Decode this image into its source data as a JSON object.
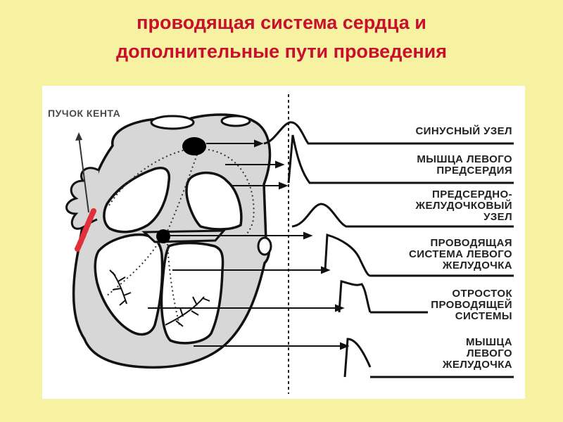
{
  "slide": {
    "title_line1": "проводящая система сердца и",
    "title_line2": "дополнительные пути проведения",
    "title_color": "#c8102e",
    "background": "#f7f1a2"
  },
  "diagram": {
    "kent_bundle_label": "ПУЧОК КЕНТА",
    "kent_bundle_color": "#e0303a",
    "structures": [
      {
        "lines": [
          "СИНУСНЫЙ УЗЕЛ"
        ]
      },
      {
        "lines": [
          "МЫШЦА ЛЕВОГО",
          "ПРЕДСЕРДИЯ"
        ]
      },
      {
        "lines": [
          "ПРЕДСЕРДНО-",
          "ЖЕЛУДОЧКОВЫЙ",
          "УЗЕЛ"
        ]
      },
      {
        "lines": [
          "ПРОВОДЯЩАЯ",
          "СИСТЕМА ЛЕВОГО",
          "ЖЕЛУДОЧКА"
        ]
      },
      {
        "lines": [
          "ОТРОСТОК",
          "ПРОВОДЯЩЕЙ",
          "СИСТЕМЫ"
        ]
      },
      {
        "lines": [
          "МЫШЦА",
          "ЛЕВОГО",
          "ЖЕЛУДОЧКА"
        ]
      }
    ]
  }
}
